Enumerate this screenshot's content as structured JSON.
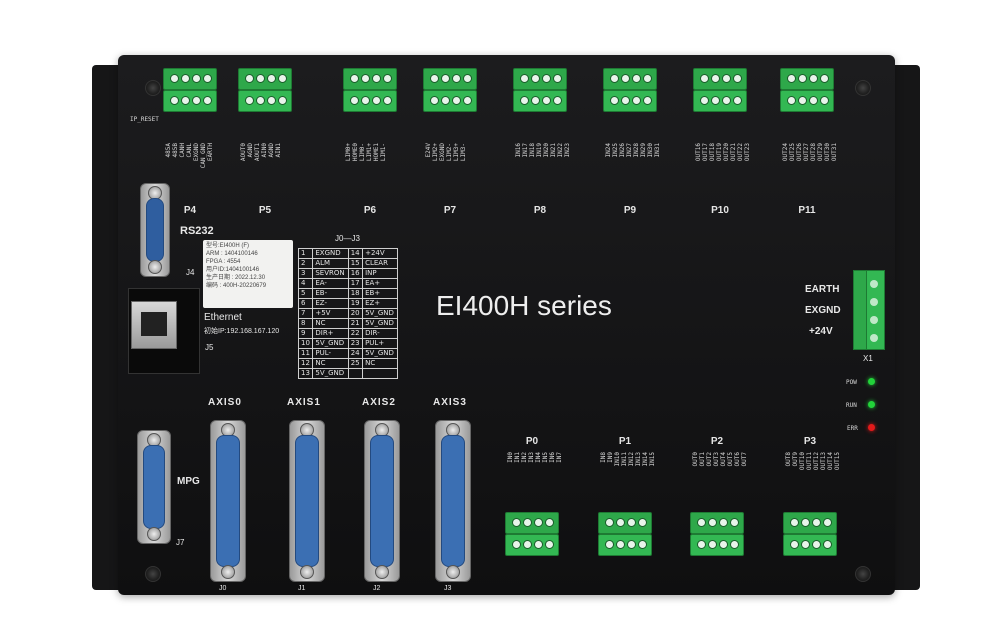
{
  "product": {
    "series_title": "EI400H series",
    "ip_reset_label": "IP_RESET"
  },
  "top_ports": [
    {
      "id": "P4",
      "pins": [
        "485A",
        "485B",
        "CANH",
        "CANL",
        "EXGND",
        "CAN_GND",
        "EARTH"
      ]
    },
    {
      "id": "P5",
      "pins": [
        "AOUT0",
        "AGND",
        "AOUT1",
        "AIN0",
        "AGND",
        "AIN1"
      ]
    },
    {
      "id": "P6",
      "pins": [
        "LIM0+",
        "HOME0",
        "LIM0-",
        "LIM1+",
        "HOME1",
        "LIM1-"
      ]
    },
    {
      "id": "P7",
      "pins": [
        "E24V",
        "LIM2+",
        "EXGND",
        "LIM2-",
        "LIM3+",
        "LIM3-"
      ]
    },
    {
      "id": "P8",
      "pins": [
        "IN16",
        "IN17",
        "IN18",
        "IN19",
        "IN20",
        "IN21",
        "IN22",
        "IN23"
      ]
    },
    {
      "id": "P9",
      "pins": [
        "IN24",
        "IN25",
        "IN26",
        "IN27",
        "IN28",
        "IN29",
        "IN30",
        "IN31"
      ]
    },
    {
      "id": "P10",
      "pins": [
        "OUT16",
        "OUT17",
        "OUT18",
        "OUT19",
        "OUT20",
        "OUT21",
        "OUT22",
        "OUT23"
      ]
    },
    {
      "id": "P11",
      "pins": [
        "OUT24",
        "OUT25",
        "OUT26",
        "OUT27",
        "OUT28",
        "OUT29",
        "OUT30",
        "OUT31"
      ]
    }
  ],
  "bottom_ports": [
    {
      "id": "P0",
      "pins": [
        "IN0",
        "IN1",
        "IN2",
        "IN3",
        "IN4",
        "IN5",
        "IN6",
        "IN7"
      ]
    },
    {
      "id": "P1",
      "pins": [
        "IN8",
        "IN9",
        "IN10",
        "IN11",
        "IN12",
        "IN13",
        "IN14",
        "IN15"
      ]
    },
    {
      "id": "P2",
      "pins": [
        "OUT0",
        "OUT1",
        "OUT2",
        "OUT3",
        "OUT4",
        "OUT5",
        "OUT6",
        "OUT7"
      ]
    },
    {
      "id": "P3",
      "pins": [
        "OUT8",
        "OUT9",
        "OUT10",
        "OUT11",
        "OUT12",
        "OUT13",
        "OUT14",
        "OUT15"
      ]
    }
  ],
  "rs232": {
    "label": "RS232",
    "ref": "J4"
  },
  "ethernet": {
    "label": "Ethernet",
    "ip_text": "初始IP:192.168.167.120",
    "ref": "J5"
  },
  "mpg": {
    "label": "MPG",
    "ref": "J7"
  },
  "axes": [
    {
      "label": "AXIS0",
      "ref": "J0"
    },
    {
      "label": "AXIS1",
      "ref": "J1"
    },
    {
      "label": "AXIS2",
      "ref": "J2"
    },
    {
      "label": "AXIS3",
      "ref": "J3"
    }
  ],
  "sticker": {
    "lines": [
      "型号:EI400H (F)",
      "ARM : 1404100146",
      "FPGA : 4554",
      "用户ID:1404100146",
      "生产日期 : 2022.12.30",
      "编码 : 400H-20220679"
    ]
  },
  "pin_table": {
    "title": "J0—J3",
    "rows": [
      [
        "1",
        "EXGND",
        "14",
        "+24V"
      ],
      [
        "2",
        "ALM",
        "15",
        "CLEAR"
      ],
      [
        "3",
        "SEVRON",
        "16",
        "INP"
      ],
      [
        "4",
        "EA-",
        "17",
        "EA+"
      ],
      [
        "5",
        "EB-",
        "18",
        "EB+"
      ],
      [
        "6",
        "EZ-",
        "19",
        "EZ+"
      ],
      [
        "7",
        "+5V",
        "20",
        "5V_GND"
      ],
      [
        "8",
        "NC",
        "21",
        "5V_GND"
      ],
      [
        "9",
        "DIR+",
        "22",
        "DIR-"
      ],
      [
        "10",
        "5V_GND",
        "23",
        "PUL+"
      ],
      [
        "11",
        "PUL-",
        "24",
        "5V_GND"
      ],
      [
        "12",
        "NC",
        "25",
        "NC"
      ],
      [
        "13",
        "5V_GND",
        "",
        ""
      ]
    ]
  },
  "power": {
    "labels": [
      "EARTH",
      "EXGND",
      "+24V"
    ],
    "ref": "X1"
  },
  "leds": [
    {
      "label": "POW",
      "color": "#22d33a"
    },
    {
      "label": "RUN",
      "color": "#22d33a"
    },
    {
      "label": "ERR",
      "color": "#e21a1a"
    }
  ]
}
